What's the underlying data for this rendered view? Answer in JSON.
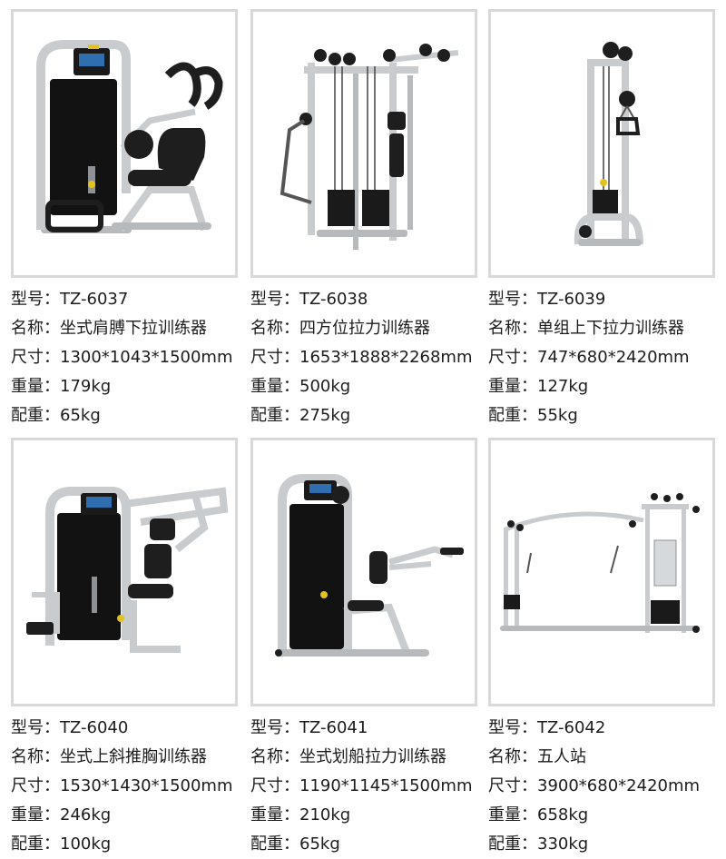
{
  "labels": {
    "model": "型号：",
    "name": "名称：",
    "size": "尺寸：",
    "weight": "重量：",
    "stack": "配重："
  },
  "products": [
    {
      "model": "TZ-6037",
      "name": "坐式肩膊下拉训练器",
      "size": "1300*1043*1500mm",
      "weight": "179kg",
      "stack": "65kg",
      "image": "seated-abdominal-crunch-machine"
    },
    {
      "model": "TZ-6038",
      "name": "四方位拉力训练器",
      "size": "1653*1888*2268mm",
      "weight": "500kg",
      "stack": "275kg",
      "image": "four-station-cable-tower"
    },
    {
      "model": "TZ-6039",
      "name": "单组上下拉力训练器",
      "size": "747*680*2420mm",
      "weight": "127kg",
      "stack": "55kg",
      "image": "single-adjustable-pulley-tower"
    },
    {
      "model": "TZ-6040",
      "name": "坐式上斜推胸训练器",
      "size": "1530*1430*1500mm",
      "weight": "246kg",
      "stack": "100kg",
      "image": "seated-incline-chest-press-machine"
    },
    {
      "model": "TZ-6041",
      "name": "坐式划船拉力训练器",
      "size": "1190*1145*1500mm",
      "weight": "210kg",
      "stack": "65kg",
      "image": "seated-row-machine"
    },
    {
      "model": "TZ-6042",
      "name": "五人站",
      "size": "3900*680*2420mm",
      "weight": "658kg",
      "stack": "330kg",
      "image": "five-station-multi-gym"
    }
  ],
  "colors": {
    "frame_border": "#d9d9d9",
    "steel": "#c9cccf",
    "steel_dark": "#8e9296",
    "shroud": "#121212",
    "pad": "#1e1e1e",
    "accent": "#e3c21f"
  }
}
